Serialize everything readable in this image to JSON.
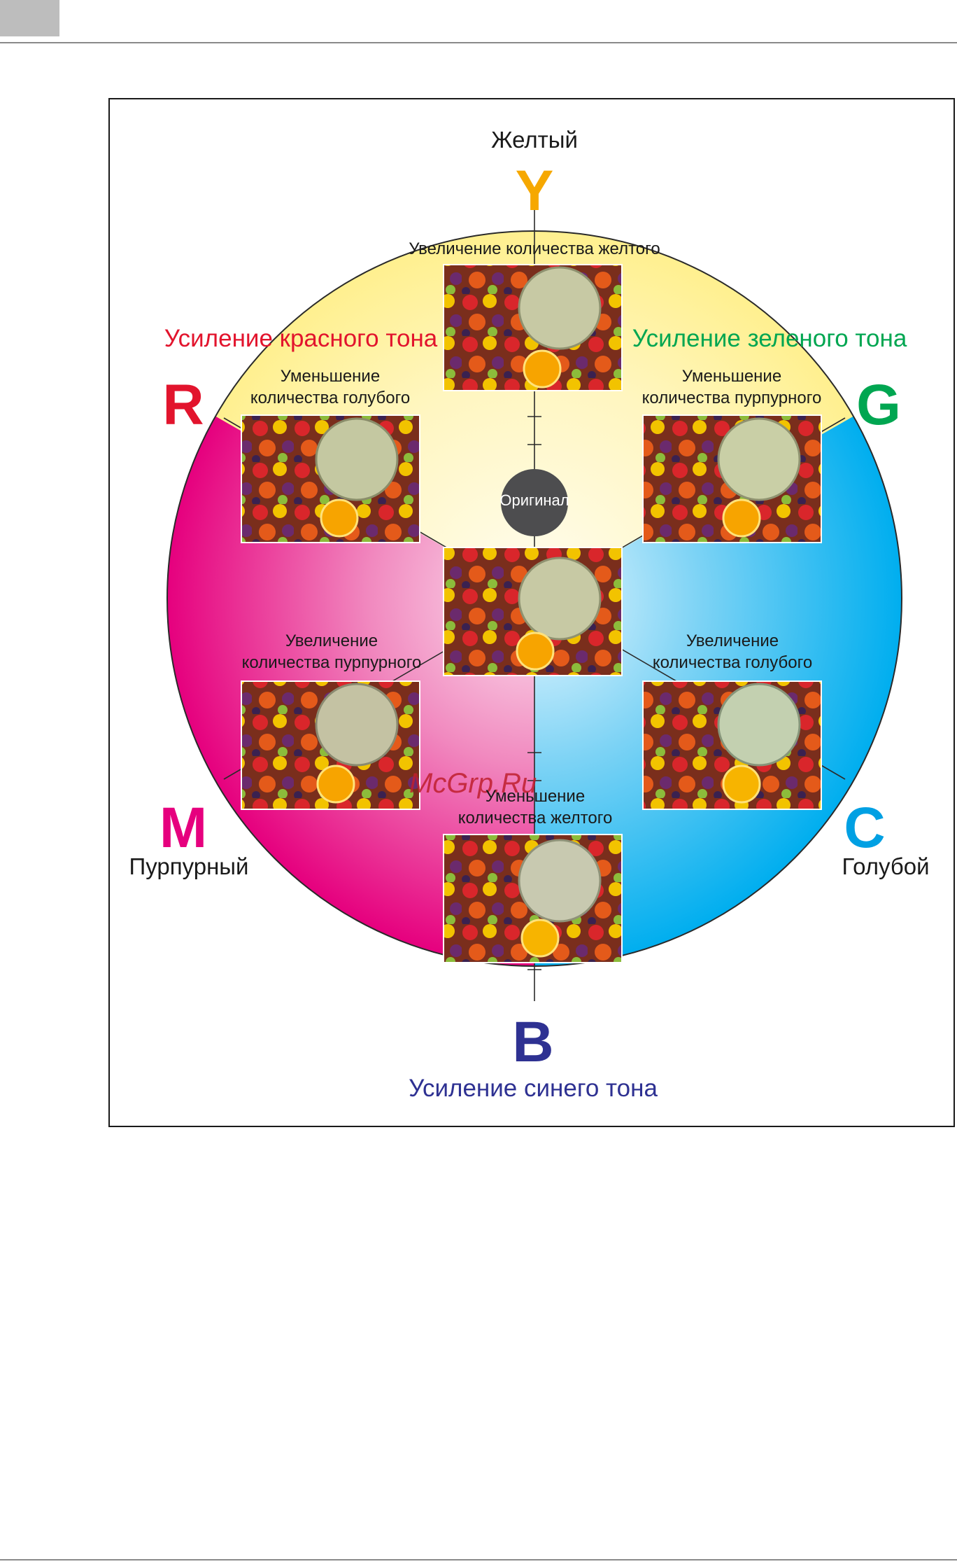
{
  "header": {
    "page_marker": ""
  },
  "diagram": {
    "top_caption": "Желтый",
    "letters": {
      "y": "Y",
      "r": "R",
      "g": "G",
      "m": "M",
      "c": "C",
      "b": "B"
    },
    "tones": {
      "red": "Усиление красного тона",
      "green": "Усиление зеленого тона",
      "blue": "Усиление синего тона"
    },
    "side_captions": {
      "magenta": "Пурпурный",
      "cyan": "Голубой"
    },
    "photo_labels": {
      "top": "Увеличение количества желтого",
      "upper_left": [
        "Уменьшение",
        "количества голубого"
      ],
      "upper_right": [
        "Уменьшение",
        "количества пурпурного"
      ],
      "lower_left": [
        "Увеличение",
        "количества пурпурного"
      ],
      "lower_right": [
        "Увеличение",
        "количества голубого"
      ],
      "bottom": [
        "Уменьшение",
        "количества желтого"
      ]
    },
    "center_badge": "Оригинал",
    "watermark": "McGrp.Ru"
  },
  "colors": {
    "yellow": "#f6a800",
    "red": "#e2142d",
    "green": "#00a651",
    "magenta": "#e6007e",
    "cyan": "#00a0e3",
    "blue": "#2e3192",
    "yellow_sector": "#fff3a6",
    "magenta_sector": "#e6007e",
    "cyan_sector": "#00aeef"
  }
}
